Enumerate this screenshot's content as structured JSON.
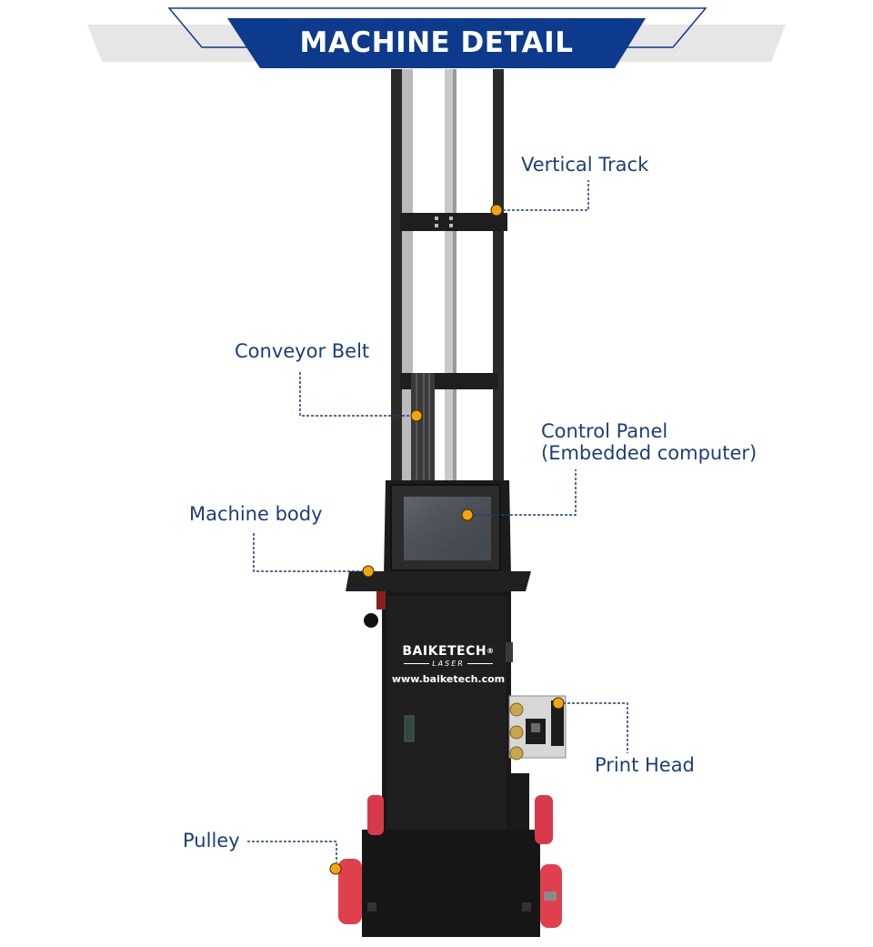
{
  "header": {
    "title": "MACHINE DETAIL",
    "banner_color": "#0d3a8c",
    "band_color": "#e6e6e6"
  },
  "callouts": [
    {
      "id": "vertical-track",
      "lines": [
        "Vertical Track"
      ]
    },
    {
      "id": "conveyor-belt",
      "lines": [
        "Conveyor Belt"
      ]
    },
    {
      "id": "control-panel",
      "lines": [
        "Control Panel",
        "(Embedded computer)"
      ]
    },
    {
      "id": "machine-body",
      "lines": [
        "Machine body"
      ]
    },
    {
      "id": "print-head",
      "lines": [
        "Print Head"
      ]
    },
    {
      "id": "pulley",
      "lines": [
        "Pulley"
      ]
    }
  ],
  "brand": {
    "name": "BAIKETECH",
    "registered": "®",
    "sub": "LASER",
    "url": "www.baiketech.com"
  },
  "colors": {
    "label_text": "#1b3f78",
    "marker": "#f2a50c",
    "leader_line": "#1b3f78",
    "wheel": "#e0404e",
    "machine": "#1c1c1c"
  }
}
